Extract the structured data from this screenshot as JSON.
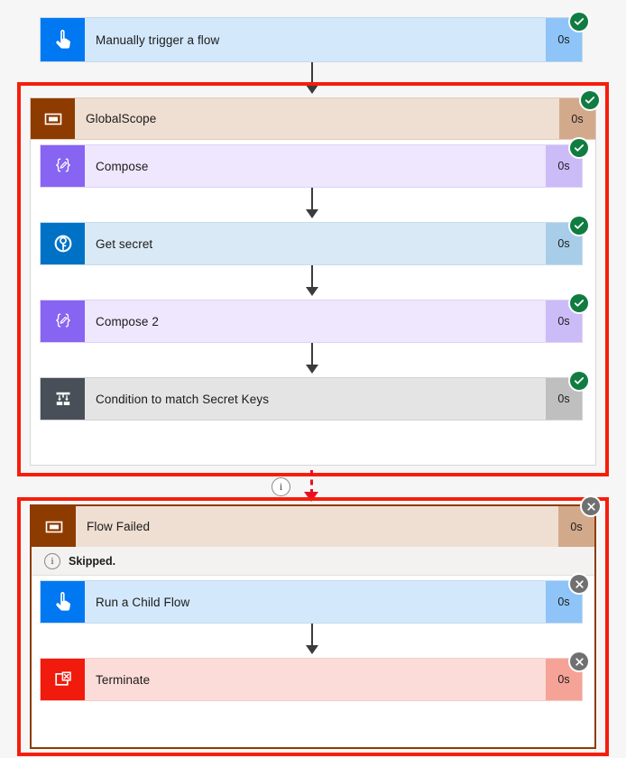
{
  "flow": {
    "trigger": {
      "label": "Manually trigger a flow",
      "duration": "0s",
      "status": "succeeded",
      "icon": "tap-finger-icon",
      "icon_bg": "#0078f2",
      "row_bg": "#d4e8fb",
      "dur_bg": "#8ec4f7"
    },
    "scopes": [
      {
        "label": "GlobalScope",
        "duration": "0s",
        "status": "succeeded",
        "icon": "scope-icon",
        "icon_bg": "#8e3b00",
        "row_bg": "#efded2",
        "dur_bg": "#d3a98c",
        "border": "#8e3b00",
        "highlighted": true,
        "message": null,
        "actions": [
          {
            "label": "Compose",
            "duration": "0s",
            "status": "succeeded",
            "icon": "compose-braces-icon",
            "icon_bg": "#8764f2",
            "row_bg": "#eee7fd",
            "dur_bg": "#cbbcf7"
          },
          {
            "label": "Get secret",
            "duration": "0s",
            "status": "succeeded",
            "icon": "key-vault-icon",
            "icon_bg": "#0072c6",
            "row_bg": "#d9e9f5",
            "dur_bg": "#a8cde8"
          },
          {
            "label": "Compose 2",
            "duration": "0s",
            "status": "succeeded",
            "icon": "compose-braces-icon",
            "icon_bg": "#8764f2",
            "row_bg": "#eee7fd",
            "dur_bg": "#cbbcf7"
          },
          {
            "label": "Condition to match Secret Keys",
            "duration": "0s",
            "status": "succeeded",
            "icon": "condition-branch-icon",
            "icon_bg": "#484f58",
            "row_bg": "#e4e4e4",
            "dur_bg": "#bfbfbf"
          }
        ]
      },
      {
        "label": "Flow Failed",
        "duration": "0s",
        "status": "skipped",
        "icon": "scope-icon",
        "icon_bg": "#8e3b00",
        "row_bg": "#efded2",
        "dur_bg": "#d3a98c",
        "border": "#8e3b00",
        "highlighted": true,
        "message": "Skipped.",
        "message_icon": "info-circle-icon",
        "actions": [
          {
            "label": "Run a Child Flow",
            "duration": "0s",
            "status": "skipped",
            "icon": "tap-finger-icon",
            "icon_bg": "#0078f2",
            "row_bg": "#d4e8fb",
            "dur_bg": "#8ec4f7"
          },
          {
            "label": "Terminate",
            "duration": "0s",
            "status": "skipped",
            "icon": "terminate-icon",
            "icon_bg": "#f01b0c",
            "row_bg": "#fcdcd8",
            "dur_bg": "#f5a397"
          }
        ]
      }
    ],
    "connector_info_icon": "info-circle-icon",
    "highlight_color": "#f71d0b"
  }
}
